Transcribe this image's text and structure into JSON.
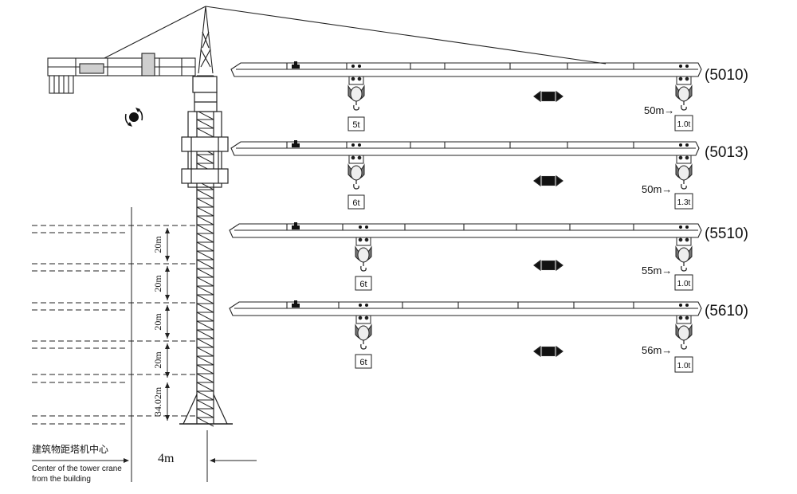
{
  "models": [
    {
      "code": "(5010)",
      "near_load": "5t",
      "tip_radius": "50m→",
      "tip_load": "1.0t"
    },
    {
      "code": "(5013)",
      "near_load": "6t",
      "tip_radius": "50m→",
      "tip_load": "1.3t"
    },
    {
      "code": "(5510)",
      "near_load": "6t",
      "tip_radius": "55m→",
      "tip_load": "1.0t"
    },
    {
      "code": "(5610)",
      "near_load": "6t",
      "tip_radius": "56m→",
      "tip_load": "1.0t"
    }
  ],
  "heights": [
    "20m",
    "20m",
    "20m",
    "20m",
    "34.02m"
  ],
  "distance": "4m",
  "building": {
    "cn": "建筑物距塔机中心",
    "en_line1": "Center of the tower crane",
    "en_line2": "from the building"
  },
  "colors": {
    "line": "#222222",
    "fill_dark": "#1a1a1a",
    "fill_grey": "#cfcfcf"
  }
}
